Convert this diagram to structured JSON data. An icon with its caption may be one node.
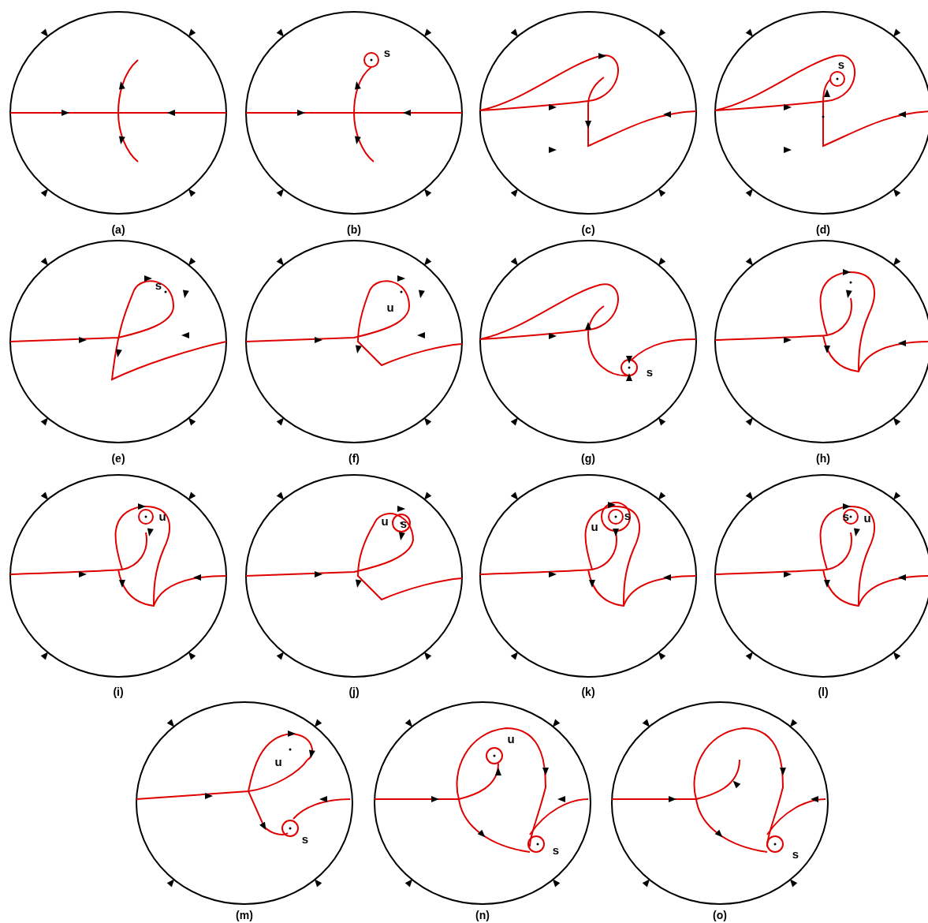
{
  "diagram": {
    "labels": [
      "s",
      "s",
      "(a)",
      "(b)",
      "(c)",
      "(d)",
      "s",
      "u",
      "s",
      "(e)",
      "(f)",
      "(g)",
      "(h)",
      "u",
      "u",
      "s",
      "s",
      "u",
      "s",
      "u",
      "(i)",
      "(j)",
      "(k)",
      "(l)",
      "u",
      "s",
      "u",
      "s",
      "s",
      "(m)",
      "(n)",
      "(o)"
    ]
  }
}
